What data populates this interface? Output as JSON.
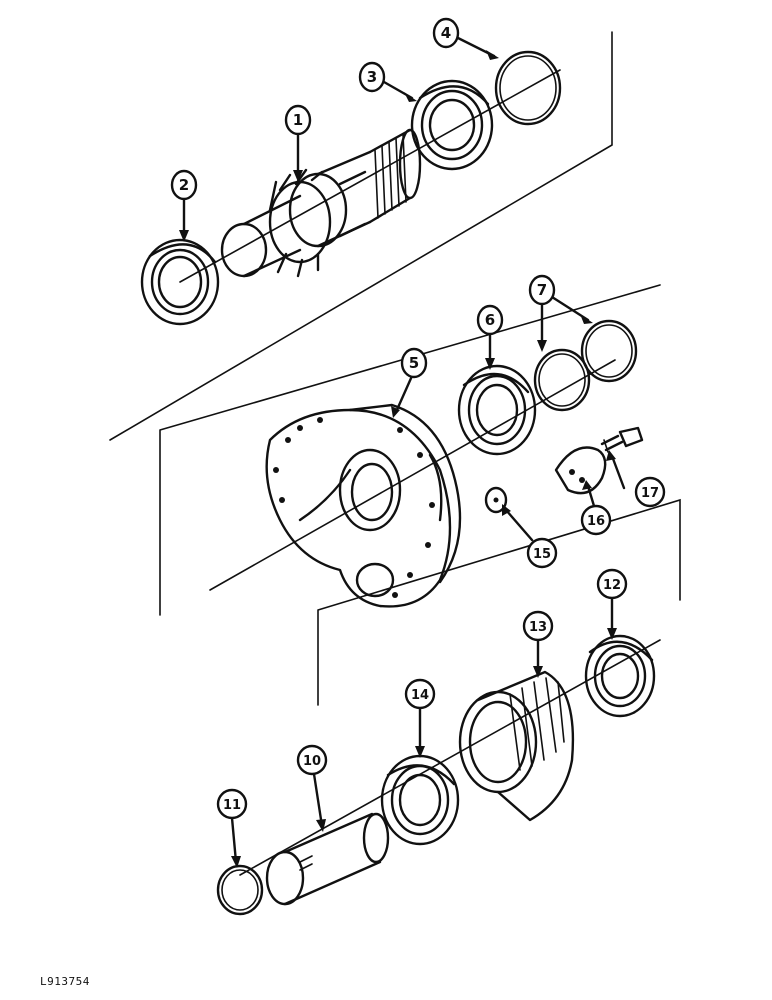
{
  "diagram": {
    "drawing_ref": "L913754",
    "callouts": [
      "1",
      "2",
      "3",
      "4",
      "5",
      "6",
      "7",
      "10",
      "11",
      "12",
      "13",
      "14",
      "15",
      "16",
      "17"
    ]
  }
}
